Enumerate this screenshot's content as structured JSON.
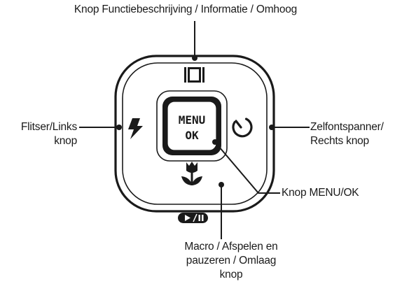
{
  "labels": {
    "top": "Knop Functiebeschrijving / Informatie / Omhoog",
    "left": [
      "Flitser/Links",
      "knop"
    ],
    "right": [
      "Zelfontspanner/",
      "Rechts knop"
    ],
    "menu_ok": "Knop MENU/OK",
    "bottom": [
      "Macro / Afspelen en",
      "pauzeren / Omlaag",
      "knop"
    ]
  },
  "button": {
    "center_line1": "MENU",
    "center_line2": "OK"
  },
  "icons": {
    "up": "display-info-icon",
    "left": "flash-icon",
    "right": "self-timer-icon",
    "down": "macro-tulip-icon",
    "play_pause": "play-pause-icon"
  },
  "colors": {
    "stroke": "#1a1a1a",
    "background": "#ffffff"
  }
}
